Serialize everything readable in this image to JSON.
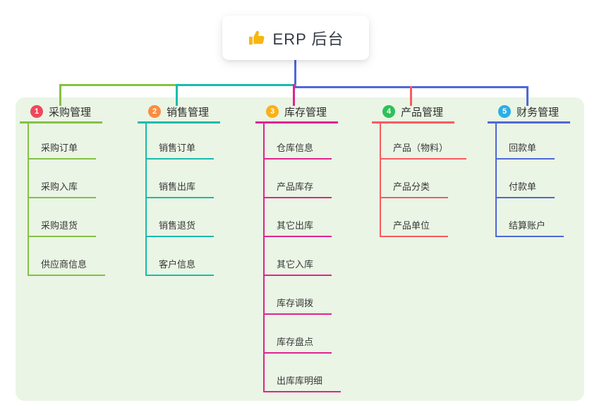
{
  "root": {
    "title": "ERP 后台",
    "icon": "thumbs-up-icon",
    "connector_color": "#4e68d8"
  },
  "theme": {
    "panel_bg": "#eaf5e5",
    "card_bg": "#ffffff",
    "icon_color": "#f7b612"
  },
  "branches": [
    {
      "num": "1",
      "label": "采购管理",
      "color": "#85c144",
      "badge_color": "#f0475c",
      "children": [
        "采购订单",
        "采购入库",
        "采购退货",
        "供应商信息"
      ]
    },
    {
      "num": "2",
      "label": "销售管理",
      "color": "#19bcab",
      "badge_color": "#fb8c3e",
      "children": [
        "销售订单",
        "销售出库",
        "销售退货",
        "客户信息"
      ]
    },
    {
      "num": "3",
      "label": "库存管理",
      "color": "#e0248f",
      "badge_color": "#fbb017",
      "children": [
        "仓库信息",
        "产品库存",
        "其它出库",
        "其它入库",
        "库存调拨",
        "库存盘点",
        "出库库明细"
      ]
    },
    {
      "num": "4",
      "label": "产品管理",
      "color": "#fa5a5f",
      "badge_color": "#2ec158",
      "children": [
        "产品（物料）",
        "产品分类",
        "产品单位"
      ]
    },
    {
      "num": "5",
      "label": "财务管理",
      "color": "#4e68d8",
      "badge_color": "#2baee8",
      "children": [
        "回款单",
        "付款单",
        "结算账户"
      ]
    }
  ]
}
